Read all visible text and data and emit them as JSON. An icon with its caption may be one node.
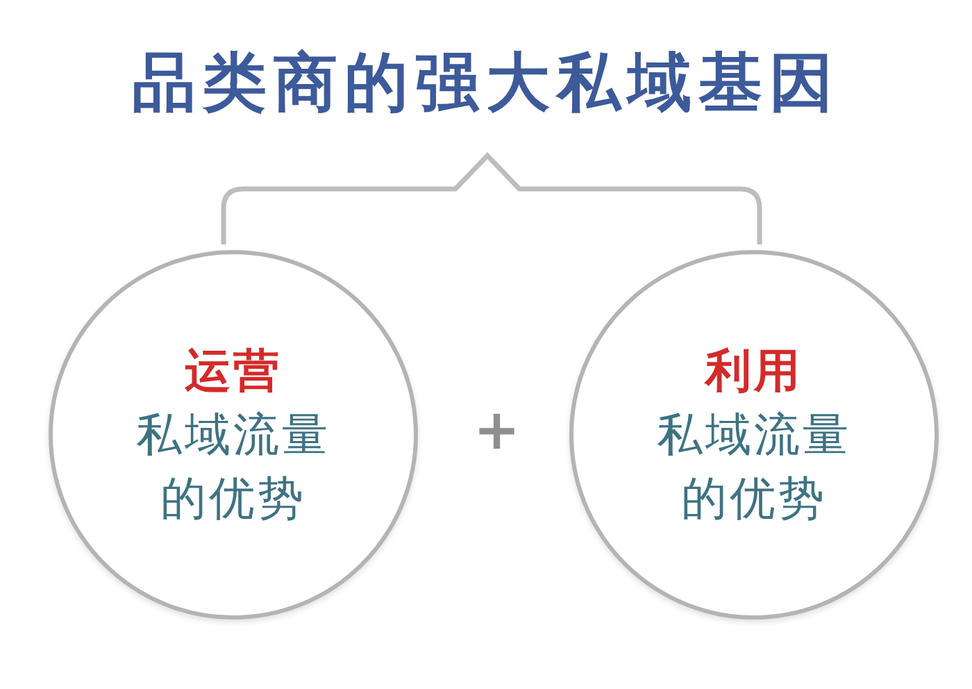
{
  "diagram": {
    "title": "品类商的强大私域基因",
    "nodes": [
      {
        "text": [
          "运营",
          "私域流量的优势"
        ]
      },
      {
        "text": [
          "利用",
          "私域流量的优势"
        ]
      }
    ],
    "labels": [
      "+"
    ]
  }
}
